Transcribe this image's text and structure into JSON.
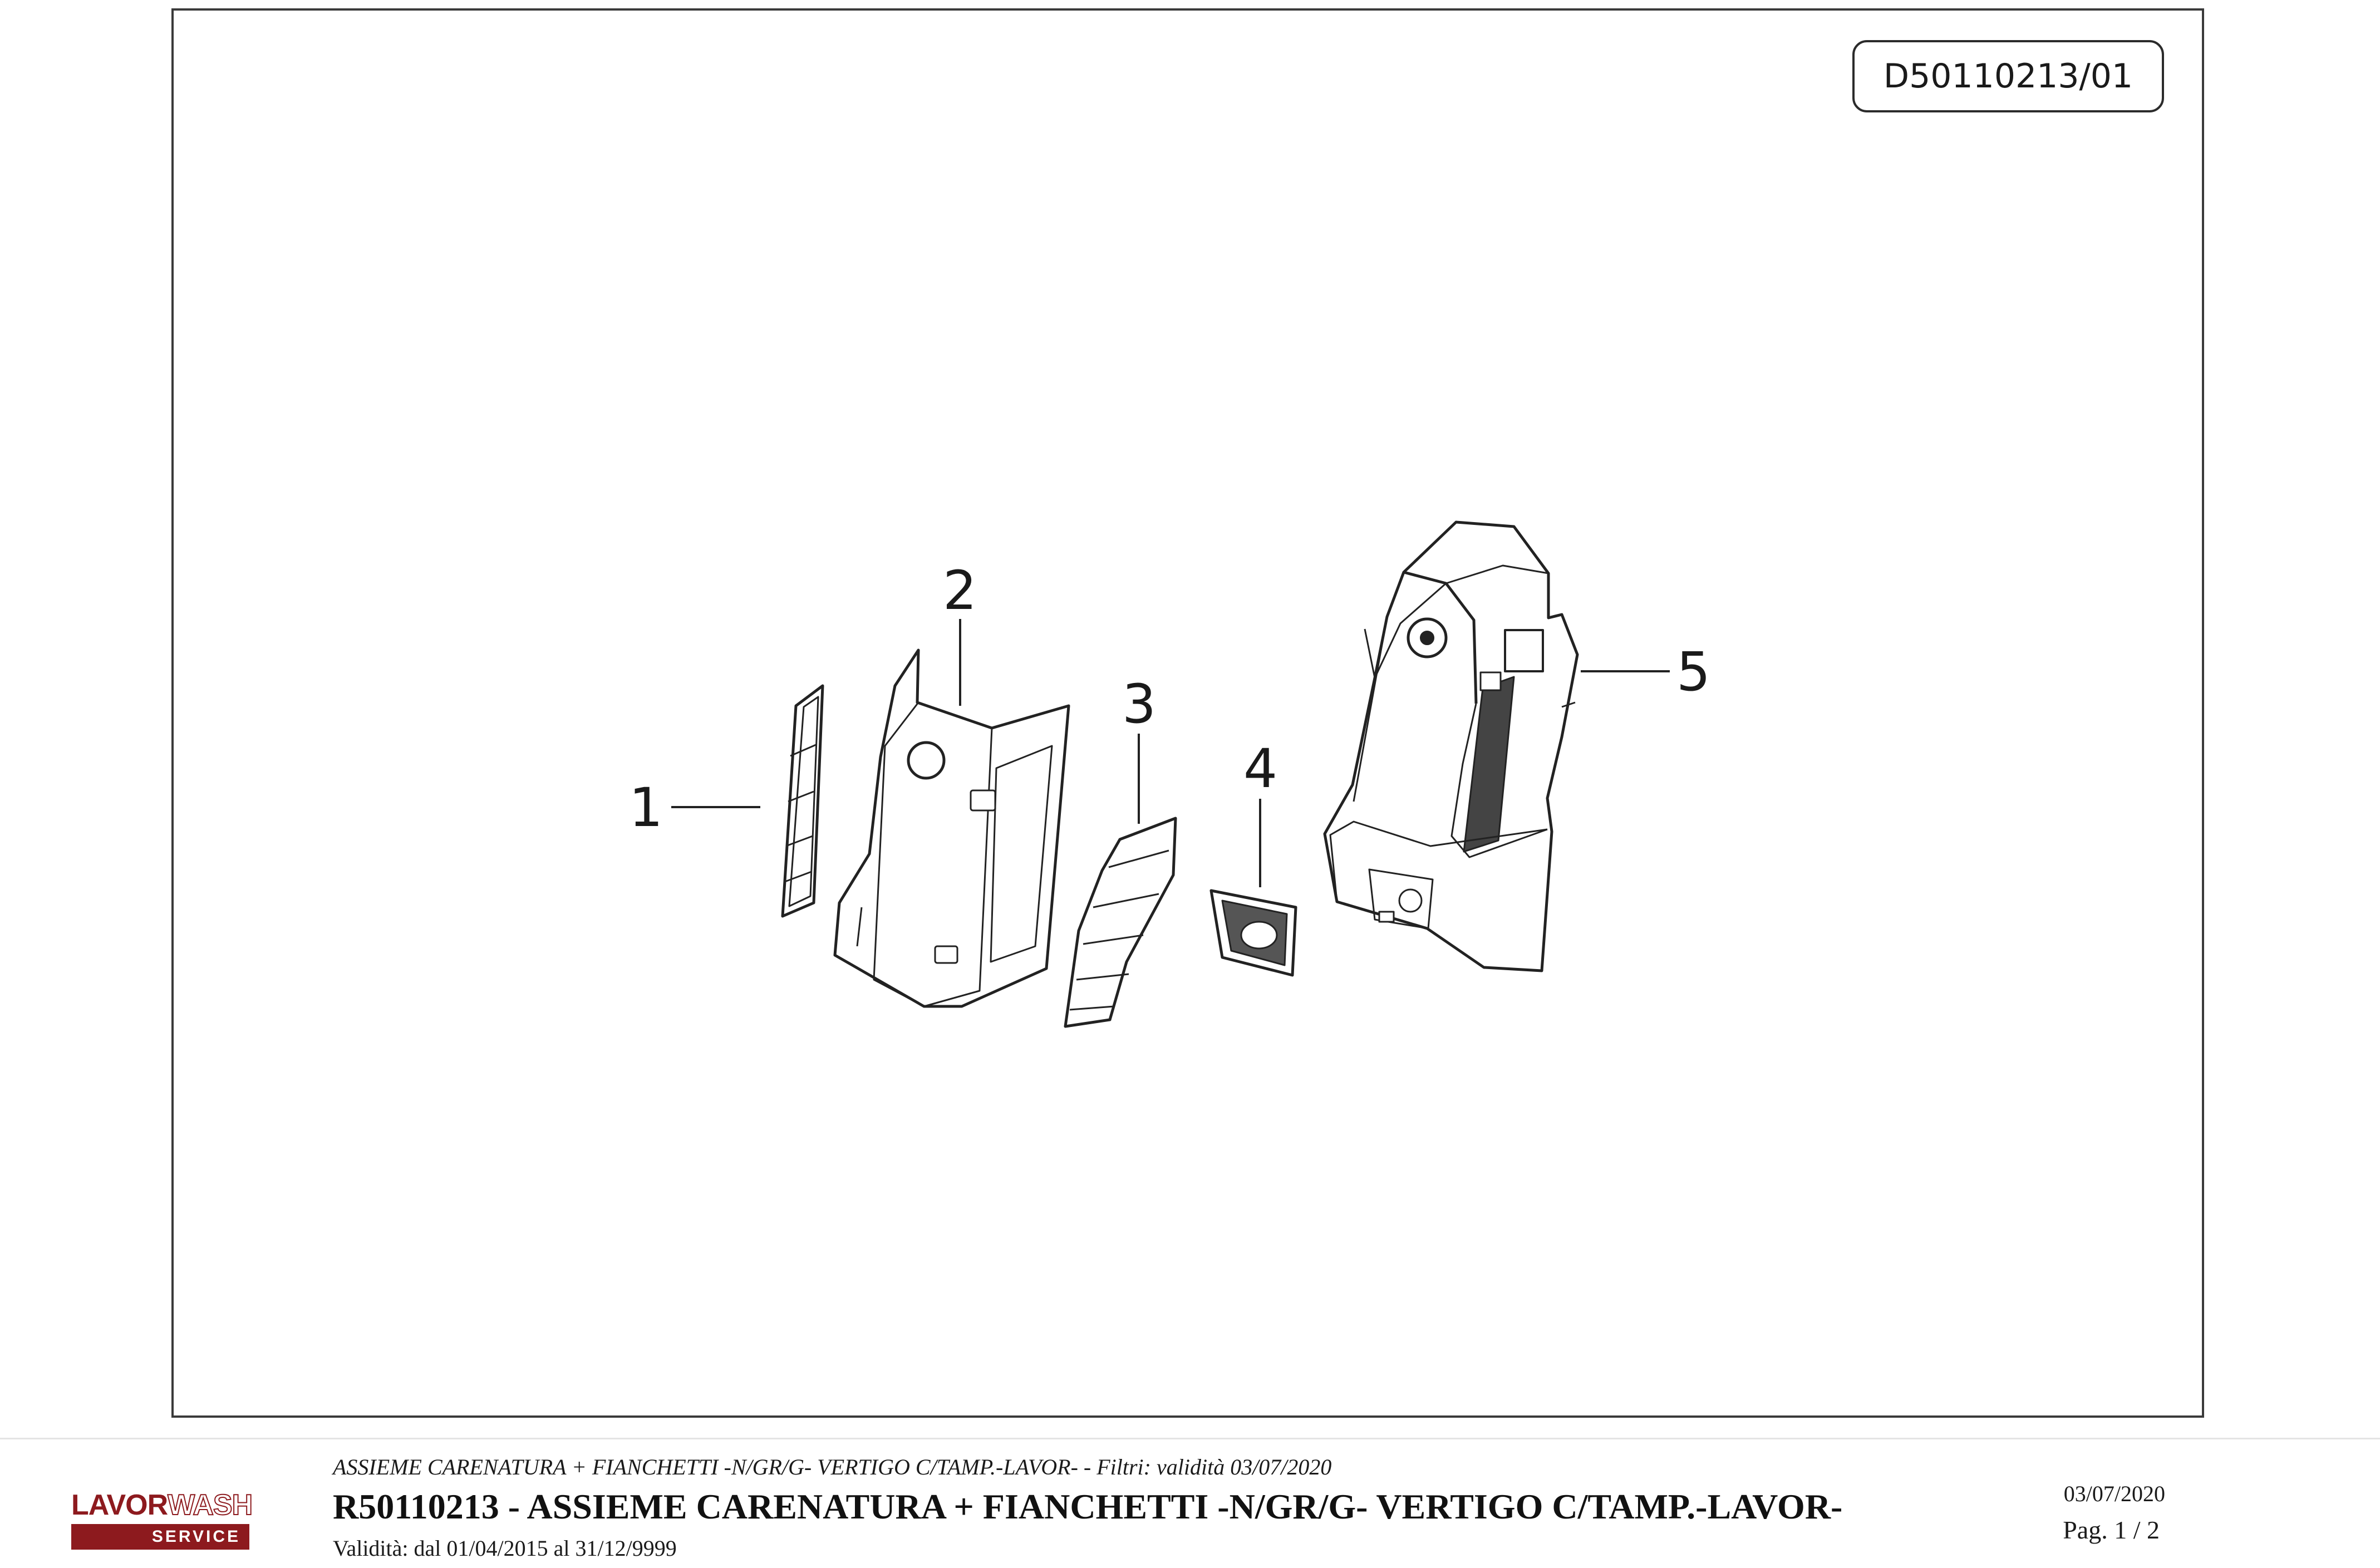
{
  "drawing_code": "D50110213/01",
  "callouts": [
    "1",
    "2",
    "3",
    "4",
    "5"
  ],
  "footer": {
    "subtitle": "ASSIEME CARENATURA + FIANCHETTI -N/GR/G- VERTIGO C/TAMP.-LAVOR- - Filtri: validità 03/07/2020",
    "title": "R50110213 - ASSIEME CARENATURA + FIANCHETTI -N/GR/G- VERTIGO C/TAMP.-LAVOR-",
    "validity": "Validità: dal 01/04/2015 al 31/12/9999",
    "date": "03/07/2020",
    "page": "Pag. 1 / 2"
  },
  "logo": {
    "word_left": "LAVOR",
    "word_right": "WASH",
    "band": "SERVICE",
    "color": "#8d1a1e"
  }
}
